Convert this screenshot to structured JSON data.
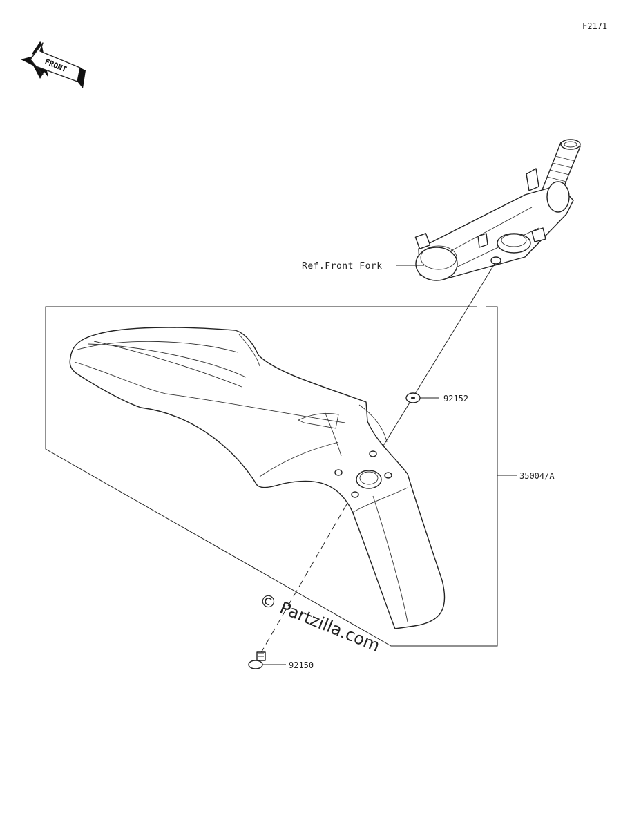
{
  "figure_code": "F2171",
  "front_badge": "FRONT",
  "labels": {
    "ref_front_fork": "Ref.Front Fork",
    "washer": "92152",
    "fender_assy": "35004/A",
    "bolt": "92150"
  },
  "watermark": "© Partzilla.com"
}
